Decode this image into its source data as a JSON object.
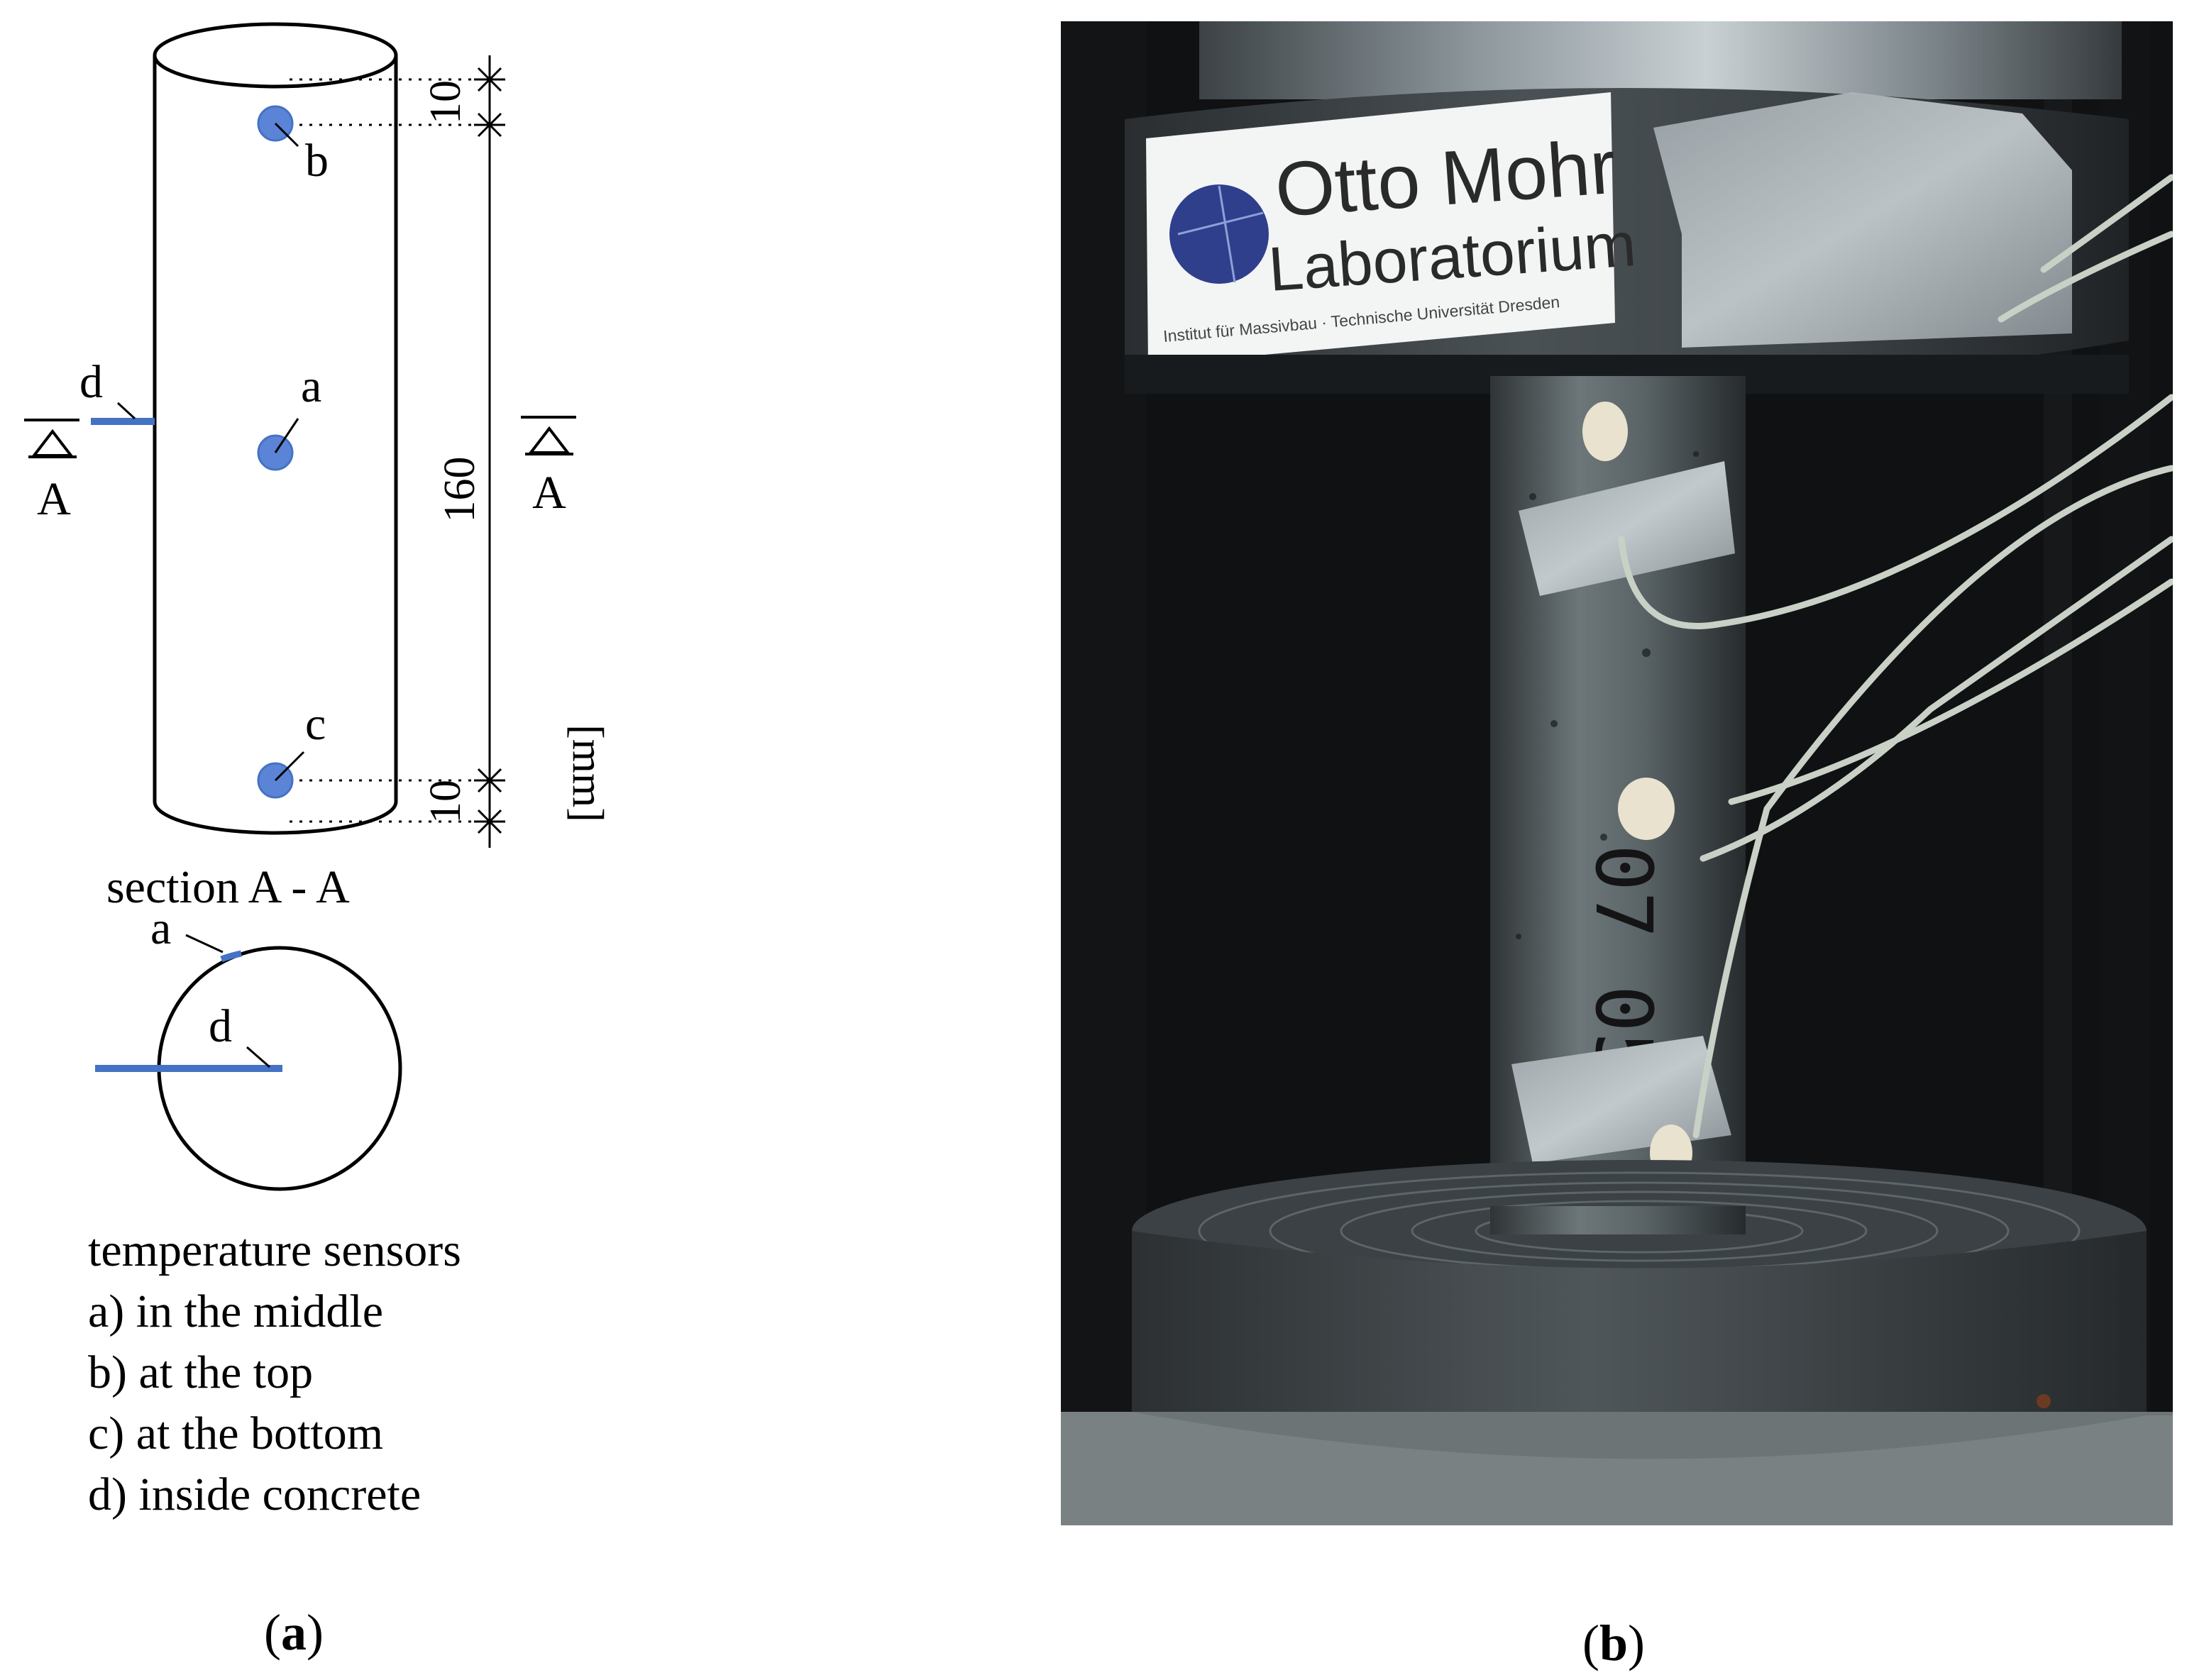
{
  "panel_a": {
    "caption_letter": "a",
    "section_symbol": "A",
    "section_title": "section A - A",
    "units": "[mm]",
    "dimensions": {
      "top_offset": "10",
      "height": "160",
      "bottom_offset": "10"
    },
    "sensor_labels": {
      "a": "a",
      "b": "b",
      "c": "c",
      "d": "d"
    },
    "legend": {
      "heading": "temperature sensors",
      "items": [
        "a) in the middle",
        "b) at the top",
        "c) at the bottom",
        "d) inside concrete"
      ]
    },
    "colors": {
      "sensor": "#4472c4",
      "sensor_fill": "#5b84d6",
      "line": "#000000"
    }
  },
  "panel_b": {
    "caption_letter": "b",
    "label": {
      "line1": "Otto Mohr",
      "line2": "Laboratorium",
      "subline": "Institut für Massivbau · Technische Universität Dresden"
    },
    "specimen_number": "07 05"
  }
}
